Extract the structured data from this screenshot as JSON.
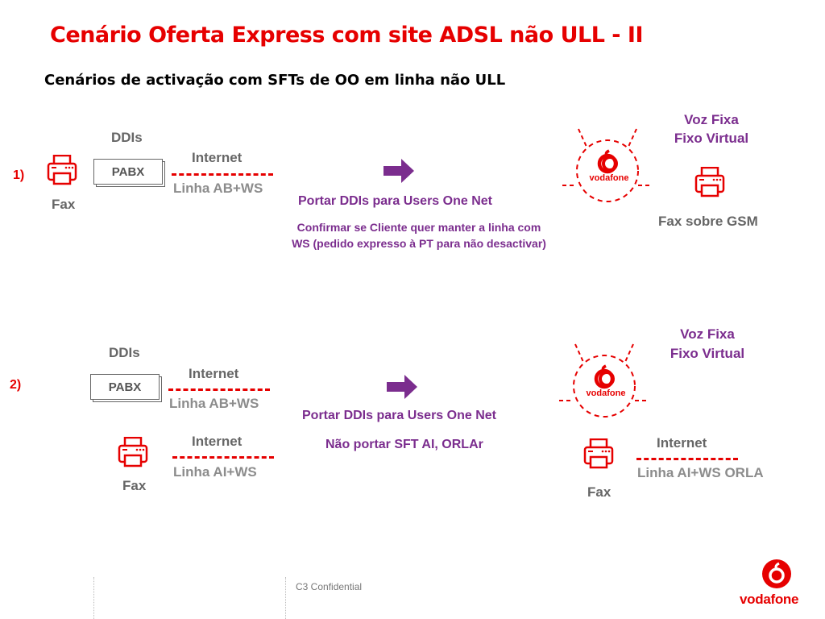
{
  "header": {
    "title": "Cenário Oferta Express com site ADSL não ULL - II",
    "subtitle": "Cenários de activação com SFTs de OO em linha não ULL"
  },
  "scenario1": {
    "number": "1)",
    "ddis": "DDIs",
    "pabx": "PABX",
    "fax": "Fax",
    "internet": "Internet",
    "line": "Linha AB+WS",
    "action": "Portar DDIs para Users One Net",
    "note": "Confirmar se Cliente quer manter a linha com WS (pedido expresso à PT para não desactivar)",
    "right_line1": "Voz Fixa",
    "right_line2": "Fixo Virtual",
    "fax_gsm": "Fax sobre GSM",
    "logo_text": "vodafone"
  },
  "scenario2": {
    "number": "2)",
    "ddis": "DDIs",
    "pabx": "PABX",
    "internet_top": "Internet",
    "line_top": "Linha AB+WS",
    "internet_fax": "Internet",
    "line_fax": "Linha AI+WS",
    "fax": "Fax",
    "action": "Portar DDIs para Users One Net",
    "note": "Não portar SFT AI, ORLAr",
    "right_line1": "Voz Fixa",
    "right_line2": "Fixo Virtual",
    "right_internet": "Internet",
    "right_line": "Linha AI+WS ORLA",
    "right_fax": "Fax",
    "logo_text": "vodafone"
  },
  "footer": {
    "confidential": "C3 Confidential",
    "brand": "vodafone"
  },
  "colors": {
    "red": "#e60000",
    "purple": "#7b2d8e",
    "gray": "#666666"
  }
}
